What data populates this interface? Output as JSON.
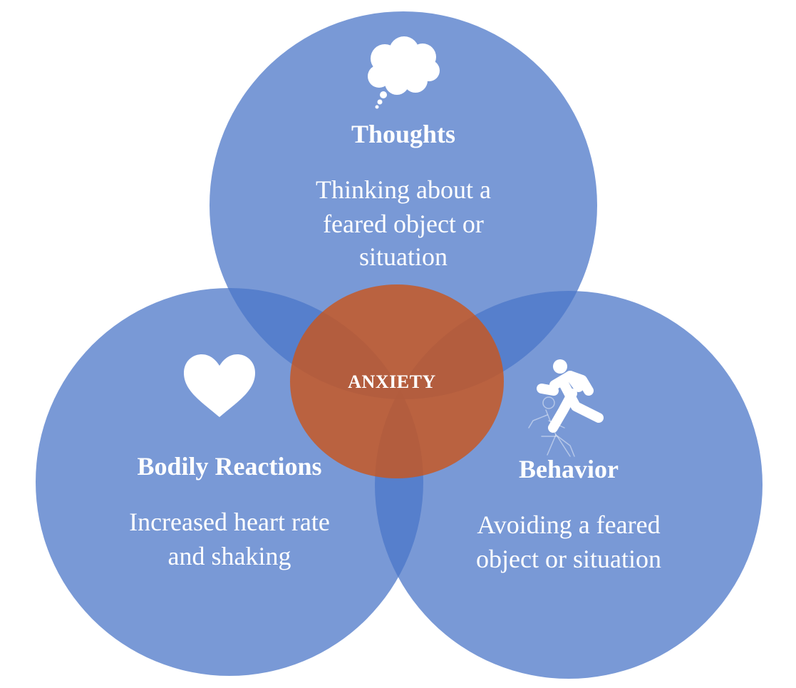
{
  "colors": {
    "circle_fill": "#4a76c8",
    "center_fill": "#c8561e",
    "text": "#ffffff"
  },
  "center": {
    "label": "ANXIETY"
  },
  "thoughts": {
    "title": "Thoughts",
    "lines": [
      "Thinking about a",
      "feared object or",
      "situation"
    ],
    "icon": "thought-bubble-icon"
  },
  "bodily": {
    "title": "Bodily Reactions",
    "lines": [
      "Increased heart rate",
      "and shaking"
    ],
    "icon": "heart-icon"
  },
  "behavior": {
    "title": "Behavior",
    "lines": [
      "Avoiding a feared",
      "object or situation"
    ],
    "icon": "running-person-icon"
  }
}
